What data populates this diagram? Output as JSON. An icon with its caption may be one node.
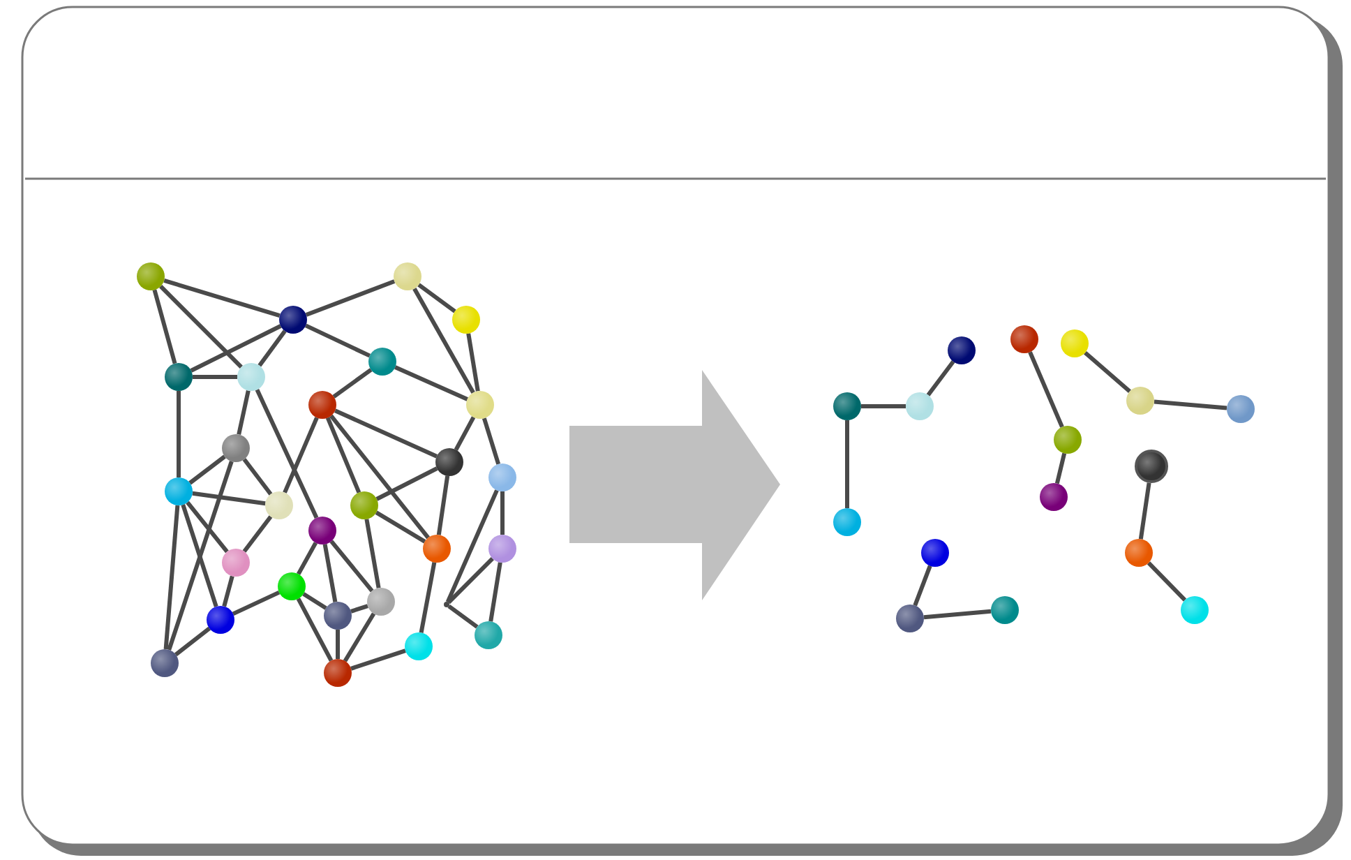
{
  "diagram": {
    "nodes": [
      {
        "text": [],
        "shape": "circle"
      },
      {
        "text": [],
        "shape": "circle"
      },
      {
        "text": [],
        "shape": "circle"
      },
      {
        "text": [],
        "shape": "circle"
      },
      {
        "text": [],
        "shape": "circle"
      },
      {
        "text": [],
        "shape": "circle"
      },
      {
        "text": [],
        "shape": "circle"
      },
      {
        "text": [],
        "shape": "circle"
      },
      {
        "text": [],
        "shape": "circle"
      },
      {
        "text": [],
        "shape": "circle"
      },
      {
        "text": [],
        "shape": "circle"
      },
      {
        "text": [],
        "shape": "circle"
      },
      {
        "text": [],
        "shape": "circle"
      },
      {
        "text": [],
        "shape": "circle"
      },
      {
        "text": [],
        "shape": "circle"
      },
      {
        "text": [],
        "shape": "circle"
      },
      {
        "text": [],
        "shape": "circle"
      },
      {
        "text": [],
        "shape": "circle"
      },
      {
        "text": [],
        "shape": "circle"
      },
      {
        "text": [],
        "shape": "circle"
      },
      {
        "text": [],
        "shape": "circle"
      },
      {
        "text": [],
        "shape": "circle"
      },
      {
        "text": [],
        "shape": "circle"
      },
      {
        "text": [],
        "shape": "point"
      },
      {
        "text": [],
        "shape": "circle"
      },
      {
        "text": [],
        "shape": "circle"
      },
      {
        "text": [],
        "shape": "circle"
      },
      {
        "text": [],
        "shape": "circle"
      },
      {
        "text": [],
        "shape": "circle"
      },
      {
        "text": [],
        "shape": "circle"
      },
      {
        "text": [],
        "shape": "circle"
      },
      {
        "text": [],
        "shape": "circle"
      },
      {
        "text": [],
        "shape": "circle"
      },
      {
        "text": [],
        "shape": "circle"
      },
      {
        "text": [],
        "shape": "circle"
      },
      {
        "text": [],
        "shape": "circle"
      },
      {
        "text": [],
        "shape": "circle"
      },
      {
        "text": [],
        "shape": "circle"
      },
      {
        "text": [],
        "shape": "circle"
      },
      {
        "text": [],
        "shape": "circle"
      },
      {
        "text": [],
        "shape": "circle"
      },
      {
        "text": [],
        "shape": "circle"
      },
      {
        "text": [],
        "shape": "circle"
      },
      {
        "text": [],
        "shape": "circle"
      }
    ],
    "edges": [
      {
        "from": 0,
        "to": 2,
        "arrow": "none"
      },
      {
        "from": 0,
        "to": 4,
        "arrow": "none"
      },
      {
        "from": 0,
        "to": 5,
        "arrow": "none"
      },
      {
        "from": 2,
        "to": 1,
        "arrow": "none"
      },
      {
        "from": 2,
        "to": 4,
        "arrow": "none"
      },
      {
        "from": 2,
        "to": 5,
        "arrow": "none"
      },
      {
        "from": 2,
        "to": 6,
        "arrow": "none"
      },
      {
        "from": 4,
        "to": 5,
        "arrow": "none"
      },
      {
        "from": 4,
        "to": 12,
        "arrow": "none"
      },
      {
        "from": 1,
        "to": 3,
        "arrow": "none"
      },
      {
        "from": 1,
        "to": 8,
        "arrow": "none"
      },
      {
        "from": 3,
        "to": 8,
        "arrow": "none"
      },
      {
        "from": 6,
        "to": 7,
        "arrow": "none"
      },
      {
        "from": 6,
        "to": 8,
        "arrow": "none"
      },
      {
        "from": 5,
        "to": 9,
        "arrow": "none"
      },
      {
        "from": 5,
        "to": 15,
        "arrow": "none"
      },
      {
        "from": 7,
        "to": 13,
        "arrow": "none"
      },
      {
        "from": 7,
        "to": 10,
        "arrow": "none"
      },
      {
        "from": 7,
        "to": 14,
        "arrow": "none"
      },
      {
        "from": 7,
        "to": 17,
        "arrow": "none"
      },
      {
        "from": 8,
        "to": 10,
        "arrow": "none"
      },
      {
        "from": 8,
        "to": 11,
        "arrow": "none"
      },
      {
        "from": 10,
        "to": 14,
        "arrow": "none"
      },
      {
        "from": 10,
        "to": 17,
        "arrow": "none"
      },
      {
        "from": 9,
        "to": 12,
        "arrow": "none"
      },
      {
        "from": 9,
        "to": 13,
        "arrow": "none"
      },
      {
        "from": 9,
        "to": 26,
        "arrow": "none"
      },
      {
        "from": 12,
        "to": 13,
        "arrow": "none"
      },
      {
        "from": 12,
        "to": 16,
        "arrow": "none"
      },
      {
        "from": 12,
        "to": 20,
        "arrow": "none"
      },
      {
        "from": 12,
        "to": 26,
        "arrow": "none"
      },
      {
        "from": 13,
        "to": 16,
        "arrow": "none"
      },
      {
        "from": 14,
        "to": 17,
        "arrow": "none"
      },
      {
        "from": 14,
        "to": 22,
        "arrow": "none"
      },
      {
        "from": 16,
        "to": 20,
        "arrow": "none"
      },
      {
        "from": 15,
        "to": 19,
        "arrow": "none"
      },
      {
        "from": 15,
        "to": 21,
        "arrow": "none"
      },
      {
        "from": 15,
        "to": 22,
        "arrow": "none"
      },
      {
        "from": 17,
        "to": 24,
        "arrow": "none"
      },
      {
        "from": 11,
        "to": 18,
        "arrow": "none"
      },
      {
        "from": 11,
        "to": 23,
        "arrow": "none"
      },
      {
        "from": 18,
        "to": 23,
        "arrow": "none"
      },
      {
        "from": 23,
        "to": 25,
        "arrow": "none"
      },
      {
        "from": 18,
        "to": 25,
        "arrow": "none"
      },
      {
        "from": 19,
        "to": 20,
        "arrow": "none"
      },
      {
        "from": 19,
        "to": 21,
        "arrow": "none"
      },
      {
        "from": 19,
        "to": 27,
        "arrow": "none"
      },
      {
        "from": 21,
        "to": 27,
        "arrow": "none"
      },
      {
        "from": 22,
        "to": 21,
        "arrow": "none"
      },
      {
        "from": 22,
        "to": 27,
        "arrow": "none"
      },
      {
        "from": 27,
        "to": 24,
        "arrow": "none"
      },
      {
        "from": 20,
        "to": 26,
        "arrow": "none"
      },
      {
        "from": 28,
        "to": 32,
        "arrow": "none"
      },
      {
        "from": 32,
        "to": 31,
        "arrow": "none"
      },
      {
        "from": 31,
        "to": 38,
        "arrow": "none"
      },
      {
        "from": 29,
        "to": 35,
        "arrow": "none"
      },
      {
        "from": 35,
        "to": 37,
        "arrow": "none"
      },
      {
        "from": 30,
        "to": 33,
        "arrow": "none"
      },
      {
        "from": 33,
        "to": 34,
        "arrow": "none"
      },
      {
        "from": 36,
        "to": 40,
        "arrow": "none"
      },
      {
        "from": 40,
        "to": 43,
        "arrow": "none"
      },
      {
        "from": 39,
        "to": 41,
        "arrow": "none"
      },
      {
        "from": 41,
        "to": 42,
        "arrow": "none"
      }
    ]
  }
}
